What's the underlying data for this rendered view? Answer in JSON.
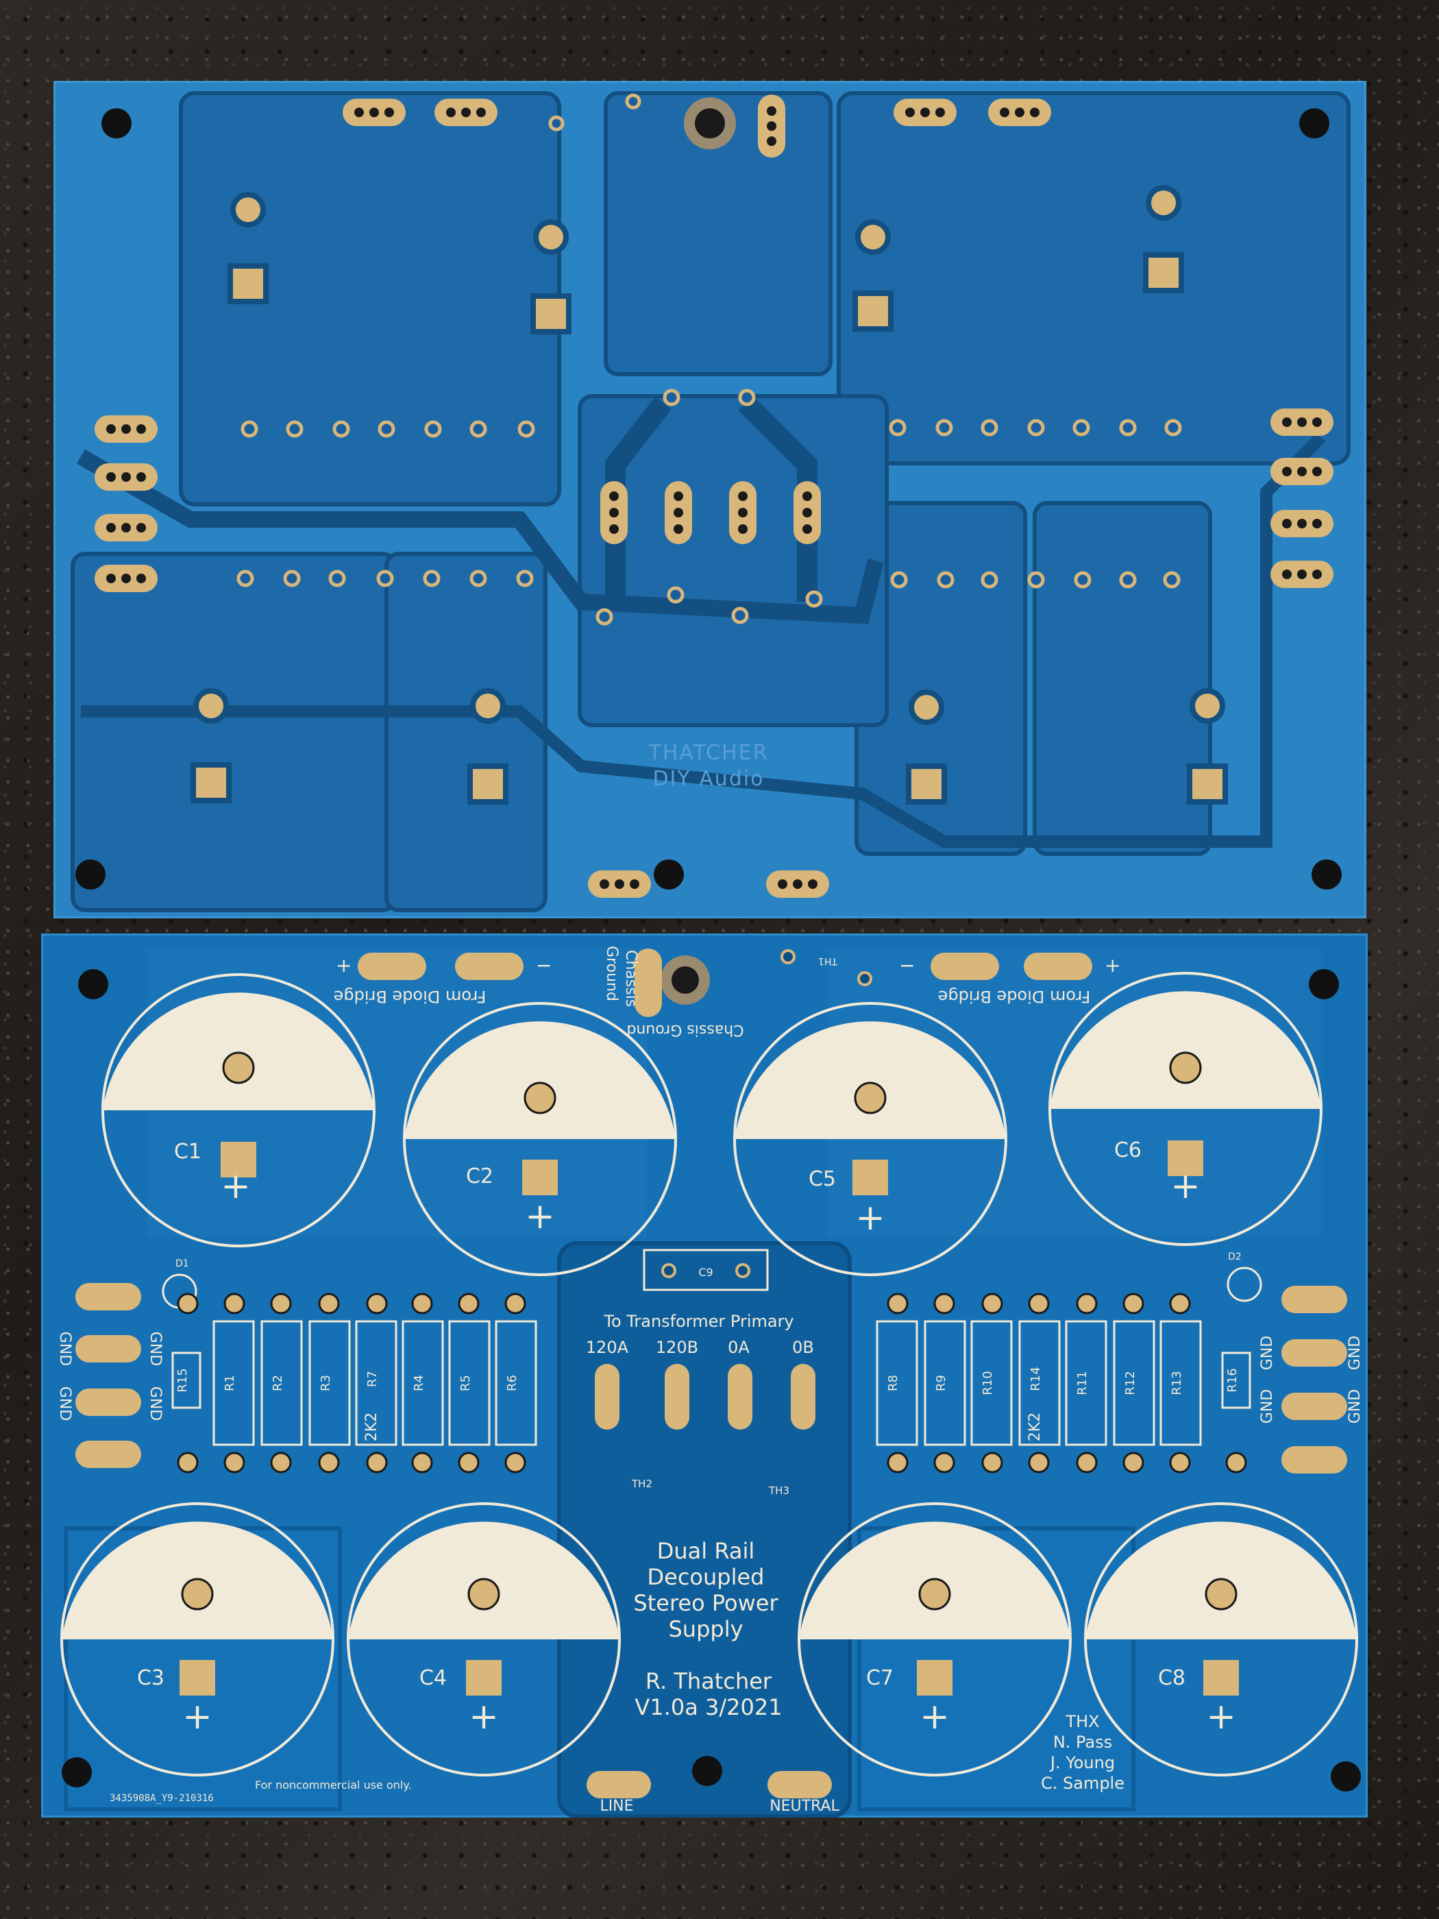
{
  "top_board": {
    "logo_line1": "THATCHER",
    "logo_line2": "DIY Audio"
  },
  "bottom_board": {
    "chassis_ground_mirrored": "Chassis Ground",
    "chassis_ground_vertical_1": "Chassis",
    "chassis_ground_vertical_2": "Ground",
    "from_diode_bridge_left": "From Diode Bridge",
    "from_diode_bridge_right": "From Diode Bridge",
    "plus": "+",
    "minus": "−",
    "th1": "TH1",
    "capacitors": [
      "C1",
      "C2",
      "C5",
      "C6",
      "C3",
      "C4",
      "C7",
      "C8"
    ],
    "c9": "C9",
    "d1": "D1",
    "d2": "D2",
    "left_resistors": [
      "R1",
      "R2",
      "R3",
      "R7",
      "R4",
      "R5",
      "R6"
    ],
    "right_resistors": [
      "R8",
      "R9",
      "R10",
      "R14",
      "R11",
      "R12",
      "R13"
    ],
    "r15": "R15",
    "r16": "R16",
    "value_2k2": "2K2",
    "gnd": "GND",
    "transformer_title": "To Transformer Primary",
    "transformer_pins": [
      "120A",
      "120B",
      "0A",
      "0B"
    ],
    "th2": "TH2",
    "th3": "TH3",
    "title_lines": [
      "Dual Rail",
      "Decoupled",
      "Stereo Power",
      "Supply"
    ],
    "author": "R. Thatcher",
    "version": "V1.0a 3/2021",
    "credits": [
      "THX",
      "N. Pass",
      "J. Young",
      "C. Sample"
    ],
    "line_label": "LINE",
    "neutral_label": "NEUTRAL",
    "order_code": "3435908A_Y9-210316",
    "license": "For noncommercial use only."
  },
  "colors": {
    "top_board_mask": "#2a7fc0",
    "bottom_board_mask": "#1470b3",
    "copper_pour": "#1763a4",
    "silkscreen": "#f2ead8",
    "pad_gold": "#d9b67a"
  }
}
